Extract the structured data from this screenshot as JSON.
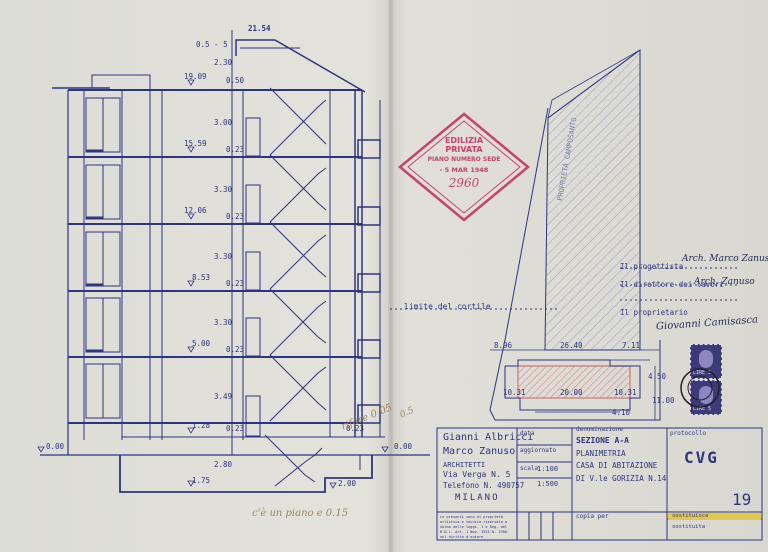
{
  "section_drawing": {
    "top_dimensions": {
      "roof_elevation": "21.54",
      "roof_offset": "0.5 - 5",
      "roof_height": "2.30",
      "parapet": "0.50"
    },
    "levels": [
      "19.09",
      "15.59",
      "12.06",
      "8.53",
      "5.00",
      "1.28",
      "0.00",
      "0.00",
      "1.75",
      "2.00"
    ],
    "floor_heights": [
      "3.00",
      "3.30",
      "3.30",
      "3.30",
      "3.49",
      "2.80"
    ],
    "slab_thicknesses": [
      "0.23",
      "0.23",
      "0.23",
      "0.23",
      "0.23",
      "0.23"
    ],
    "pencil_notes": [
      "rifare 0.05",
      "0.5",
      "c'è un piano e 0.15"
    ]
  },
  "stamp": {
    "line1": "EDILIZIA",
    "line2": "PRIVATA",
    "line3": "PIANO NUMERO SEDE",
    "line4": "- 5 MAR 1948",
    "number": "2960"
  },
  "plan_drawing": {
    "courtyard_limit_label": "limite del cortile",
    "dimensions": [
      "8.96",
      "26.40",
      "7.11",
      "10.31",
      "20.00",
      "10.31",
      "4.50",
      "11.00",
      "4.10"
    ],
    "hatched_label": "PROPRIETÀ CAMPOSANTO"
  },
  "signatures": {
    "designer_label": "Il progettista",
    "director_label": "Il direttore dei lavori",
    "owner_label": "Il proprietario",
    "designer_sign": "Arch. Marco Zanuso",
    "director_sign": "Arch. Zanuso",
    "owner_sign": "Giovanni Camisasca"
  },
  "revenue_stamps": {
    "denomination": "LIRE 5"
  },
  "title_block": {
    "architects": [
      "Gianni Albricci",
      "Marco Zanuso"
    ],
    "role": "ARCHITETTI",
    "address": "Via Verga N. 5",
    "phone": "Telefono N. 490757",
    "city": "MILANO",
    "legal_notice": "Le presenti sono di proprietà artistica e tecnica riservata a norma delle leggi. 1 e Reg. del R.D.L. Art. 1 Nov. 1925 N. 1950 sul diritto d'autore",
    "denominazione_label": "denominazione",
    "data_label": "data",
    "aggiornato_label": "aggiornato",
    "scala_label": "scala",
    "scale_1": "1:100",
    "scale_2": "1:500",
    "title_line1": "SEZIONE  A-A",
    "title_line2": "PLANIMETRIA",
    "title_line3": "CASA DI ABITAZIONE",
    "title_line4": "DI V.le GORIZIA N.14",
    "protocollo_label": "protocollo",
    "code": "CVG",
    "sheet_number": "19",
    "copia_per_label": "copia per",
    "sostituisce_label": "sostituisce",
    "sostituita_label": "sostituita"
  }
}
